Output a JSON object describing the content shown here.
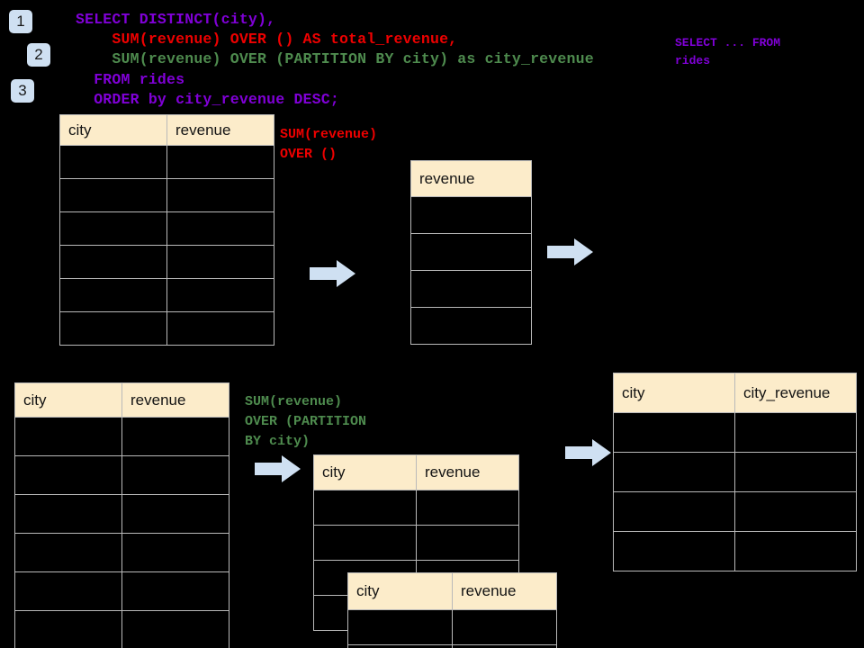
{
  "steps": [
    {
      "label": "1"
    },
    {
      "label": "2"
    },
    {
      "label": "3"
    }
  ],
  "sql": {
    "line1": "SELECT DISTINCT(city),",
    "line2": "    SUM(revenue) OVER () AS total_revenue,",
    "line3": "    SUM(revenue) OVER (PARTITION BY city) as city_revenue",
    "line4": "  FROM rides",
    "line5": "  ORDER by city_revenue DESC;",
    "side_note": "SELECT ... FROM\nrides"
  },
  "annotations": {
    "over_empty": "SUM(revenue)\nOVER ()",
    "partition_by_city": "SUM(revenue)\nOVER (PARTITION\nBY city)"
  },
  "colors": {
    "background": "#000000",
    "header_fill": "#fcecca",
    "border": "#b9b9b9",
    "badge_fill": "#cfe0f2",
    "arrow_fill": "#cfe0f2",
    "purple": "#8000d7",
    "red": "#ee0000",
    "green": "#4e8b4e"
  },
  "tables": {
    "source_top": {
      "headers": [
        "city",
        "revenue"
      ],
      "row_count": 6
    },
    "total_revenue": {
      "headers": [
        "revenue"
      ],
      "row_count": 4
    },
    "source_bottom": {
      "headers": [
        "city",
        "revenue"
      ],
      "row_count": 6
    },
    "partition_a": {
      "headers": [
        "city",
        "revenue"
      ],
      "row_count": 4
    },
    "partition_b": {
      "headers": [
        "city",
        "revenue"
      ],
      "row_count": 2
    },
    "result": {
      "headers": [
        "city",
        "city_revenue"
      ],
      "row_count": 4
    }
  },
  "arrows": [
    {
      "name": "arrow-top-left"
    },
    {
      "name": "arrow-top-right"
    },
    {
      "name": "arrow-bottom-left"
    },
    {
      "name": "arrow-bottom-right"
    }
  ]
}
